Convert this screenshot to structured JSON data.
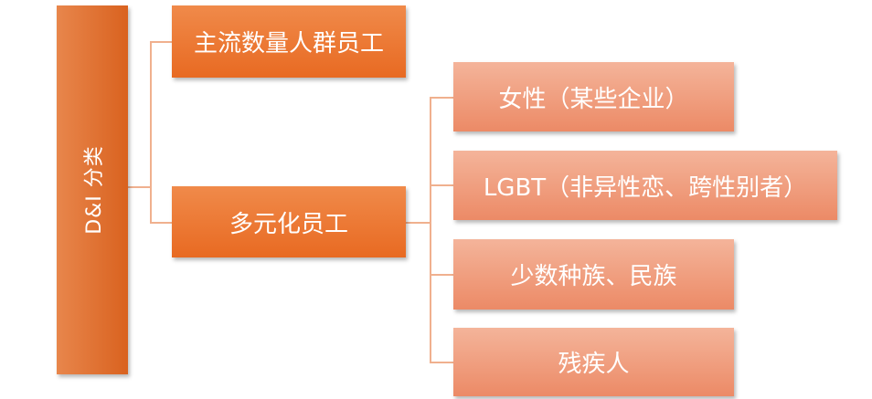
{
  "root": {
    "label": "D&I 分类"
  },
  "level1": [
    {
      "label": "主流数量人群员工"
    },
    {
      "label": "多元化员工"
    }
  ],
  "level2": [
    {
      "label": "女性（某些企业）"
    },
    {
      "label": "LGBT（非异性恋、跨性别者）"
    },
    {
      "label": "少数种族、民族"
    },
    {
      "label": "残疾人"
    }
  ]
}
